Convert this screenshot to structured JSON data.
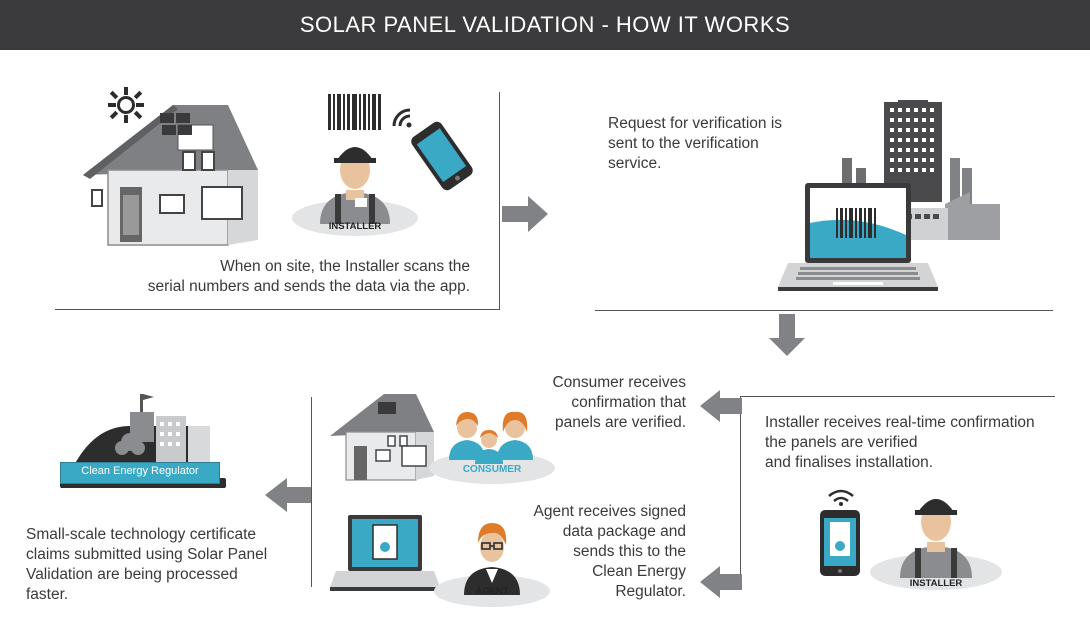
{
  "title": "SOLAR PANEL VALIDATION - HOW IT WORKS",
  "steps": {
    "installer_scan": "When on site, the Installer scans the\nserial numbers and sends the data via the app.",
    "request": "Request for verification is\nsent to the verification\nservice.",
    "consumer": "Consumer receives\nconfirmation that\npanels are verified.",
    "installer_confirm": "Installer receives real-time confirmation\nthe panels are verified\nand finalises installation.",
    "agent": "Agent receives signed\ndata package and\nsends this to the\nClean Energy\nRegulator.",
    "regulator": "Small-scale technology certificate\nclaims submitted using Solar Panel\nValidation are being processed\nfaster."
  },
  "badges": {
    "installer_top": "INSTALLER",
    "consumer": "CONSUMER",
    "agent": "AGENT",
    "installer_bottom": "INSTALLER",
    "regulator": "Clean Energy Regulator"
  },
  "colors": {
    "title_bg": "#3b3b3d",
    "accent_blue": "#3aa9c6",
    "arrow_grey": "#808285",
    "house_grey": "#8a8c8f"
  },
  "icons": [
    "sun-icon",
    "house-icon",
    "barcode-icon",
    "phone-icon",
    "wifi-icon",
    "installer-icon",
    "laptop-icon",
    "buildings-icon",
    "consumer-family-icon",
    "agent-icon",
    "regulator-building-icon",
    "certificate-icon"
  ]
}
